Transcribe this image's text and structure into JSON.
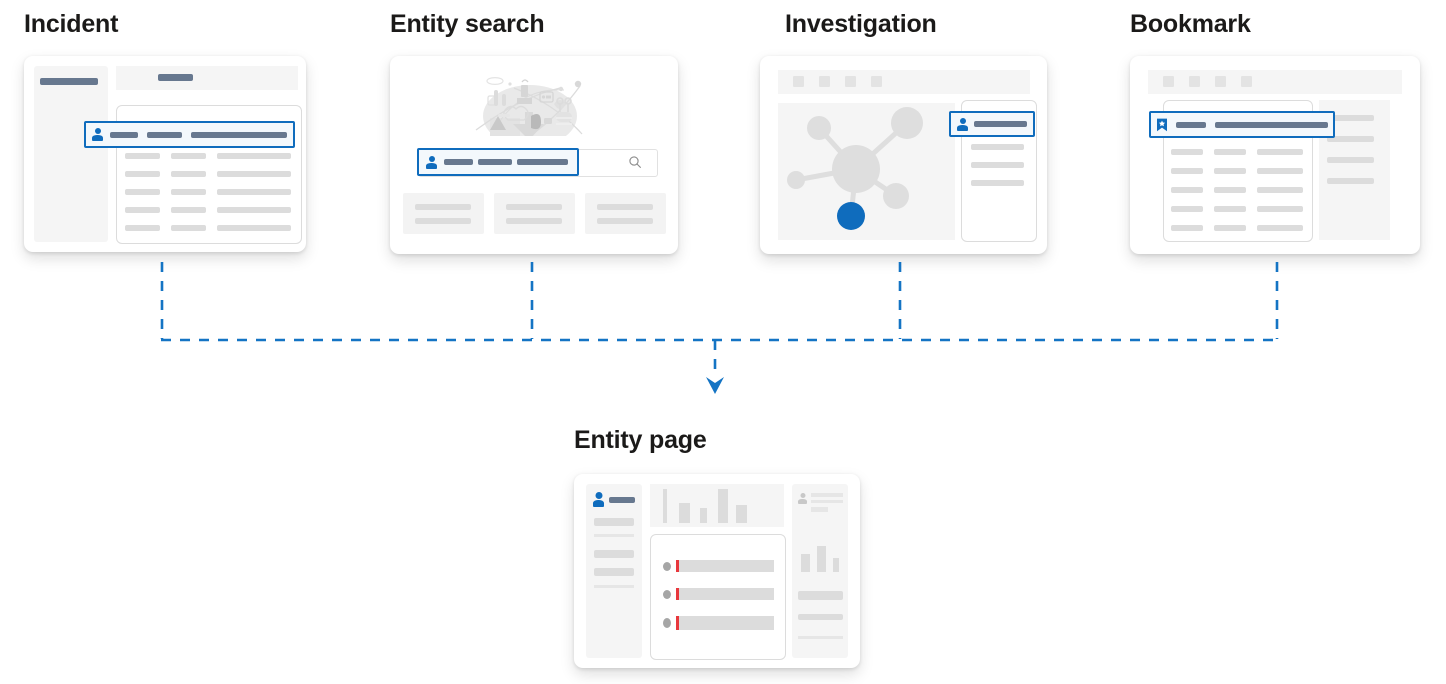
{
  "diagram": {
    "title_sequence": [
      "Incident",
      "Entity search",
      "Investigation",
      "Bookmark",
      "Entity page"
    ],
    "accent_color": "#0f6cbd",
    "connector_style": "dashed",
    "connector_color": "#1474c4",
    "flow_description": "Four source experiences converge downward into the Entity page"
  },
  "sources": {
    "incident": {
      "label": "Incident",
      "selected_row_icon": "person-icon",
      "selected_row_label": "entity-row-selected"
    },
    "entity_search": {
      "label": "Entity search",
      "selected_row_icon": "person-icon",
      "search_icon": "search-icon",
      "hero_icon": "search-illustration",
      "result_card_count": 3
    },
    "investigation": {
      "label": "Investigation",
      "selected_row_icon": "person-icon",
      "graph_icon": "investigation-graph",
      "toolbar_button_count": 4
    },
    "bookmark": {
      "label": "Bookmark",
      "selected_row_icon": "bookmark-icon",
      "toolbar_button_count": 4
    }
  },
  "destination": {
    "entity_page": {
      "label": "Entity page",
      "left_panel_icon": "person-icon",
      "right_panel_icon": "person-small-icon",
      "timeline_alert_count": 3,
      "alert_severity_color": "#e8383d"
    }
  },
  "chart_data": [
    {
      "type": "bar",
      "name": "entity-page-top-chart",
      "categories": [
        "1",
        "2",
        "3",
        "4",
        "5"
      ],
      "values": [
        34,
        20,
        15,
        34,
        18
      ],
      "title": "",
      "xlabel": "",
      "ylabel": "",
      "ylim": [
        0,
        36
      ],
      "grid": false,
      "legend": "none"
    },
    {
      "type": "bar",
      "name": "entity-page-side-chart",
      "categories": [
        "1",
        "2",
        "3"
      ],
      "values": [
        18,
        26,
        14
      ],
      "title": "",
      "xlabel": "",
      "ylabel": "",
      "ylim": [
        0,
        28
      ],
      "grid": false,
      "legend": "none"
    }
  ]
}
